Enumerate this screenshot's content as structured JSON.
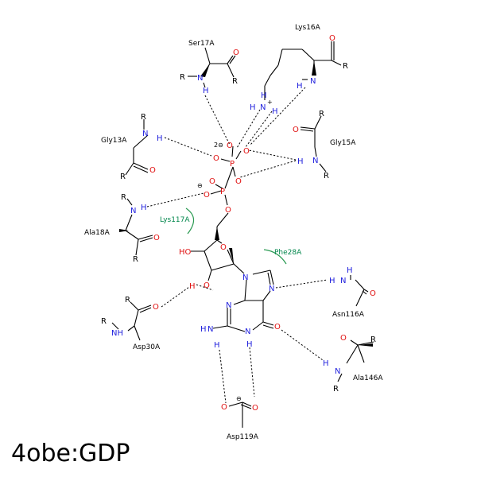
{
  "title": "4obe:GDP",
  "residues": {
    "ser17a": "Ser17A",
    "lys16a": "Lys16A",
    "gly13a": "Gly13A",
    "gly15a": "Gly15A",
    "ala18a": "Ala18A",
    "lys117a": "Lys117A",
    "phe28a": "Phe28A",
    "asn116a": "Asn116A",
    "asp30a": "Asp30A",
    "ala146a": "Ala146A",
    "asp119a": "Asp119A"
  },
  "atoms": {
    "R": "R",
    "N": "N",
    "O": "O",
    "H": "H",
    "P": "P",
    "NH": "NH",
    "HO": "HO",
    "NH3": "N",
    "Hplus": "+",
    "two_minus": "2⊖",
    "minus": "⊖"
  },
  "colors": {
    "nitrogen": "#1f1fdd",
    "oxygen": "#e01010",
    "hydrophobic": "#00864b",
    "bond": "#000000"
  }
}
